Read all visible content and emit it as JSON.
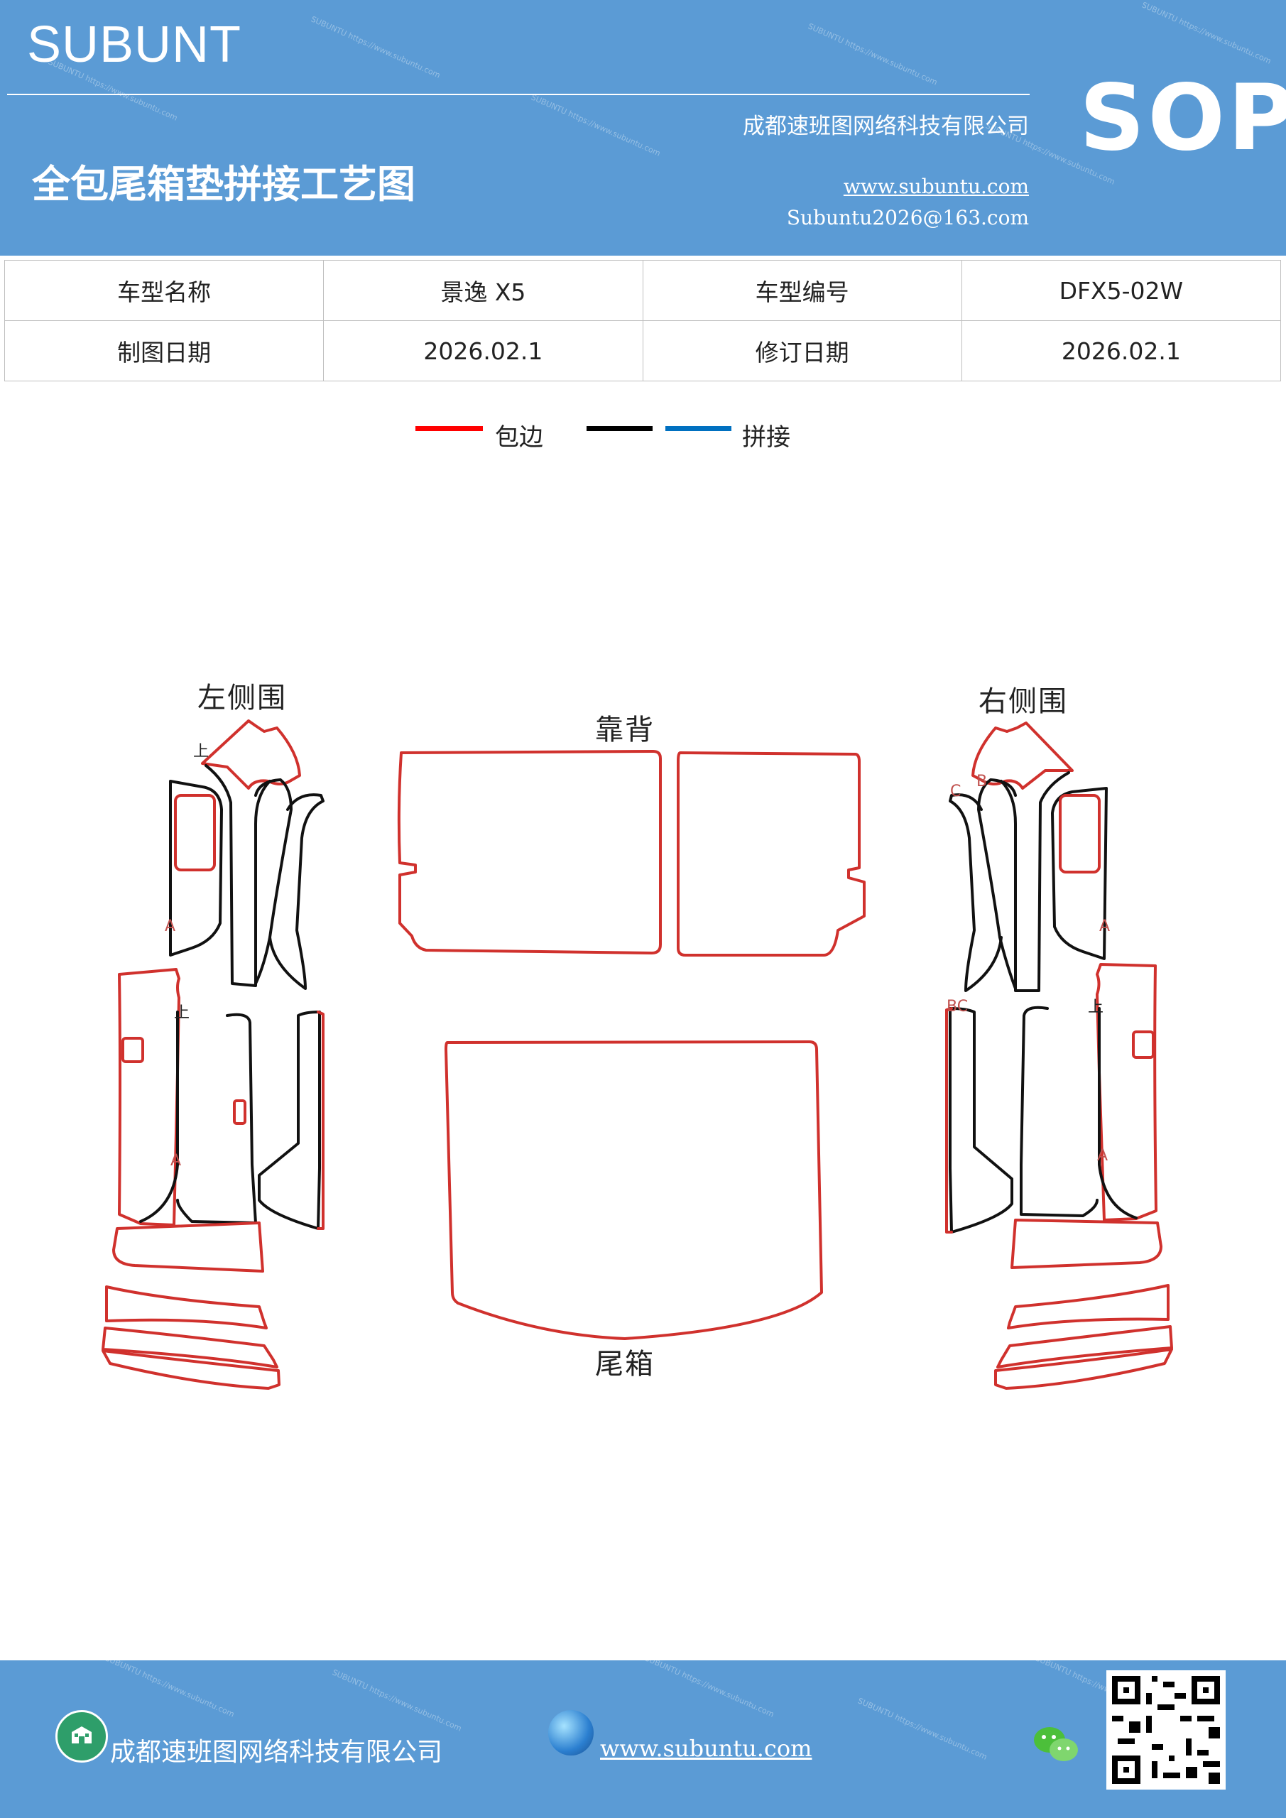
{
  "header": {
    "brand": "SUBUNT",
    "badge": "SOP",
    "company": "成都速班图网络科技有限公司",
    "title": "全包尾箱垫拼接工艺图",
    "website": "www.subuntu.com",
    "email": "Subuntu2026@163.com",
    "background": "#5b9bd5"
  },
  "info_table": {
    "rows": [
      [
        "车型名称",
        "景逸 X5",
        "车型编号",
        "DFX5-02W"
      ],
      [
        "制图日期",
        "2026.02.1",
        "修订日期",
        "2026.02.1"
      ]
    ]
  },
  "legend": {
    "items": [
      {
        "label": "包边",
        "color": "#ff0000"
      },
      {
        "label": "",
        "color": "#000000"
      },
      {
        "label": "拼接",
        "color": "#0070c0"
      }
    ]
  },
  "diagram": {
    "labels": {
      "left_side": "左侧围",
      "backrest": "靠背",
      "right_side": "右侧围",
      "trunk": "尾箱"
    },
    "marks": {
      "shang": "上",
      "a": "A",
      "c": "C",
      "b": "B",
      "bc": "BC"
    },
    "colors": {
      "edge": "#d0312d",
      "seam": "#111111"
    }
  },
  "footer": {
    "company": "成都速班图网络科技有限公司",
    "website": "www.subuntu.com",
    "home_icon": "building-icon",
    "globe_icon": "globe-icon",
    "wechat_icon": "wechat-icon",
    "qr_icon": "qr-code-icon"
  }
}
